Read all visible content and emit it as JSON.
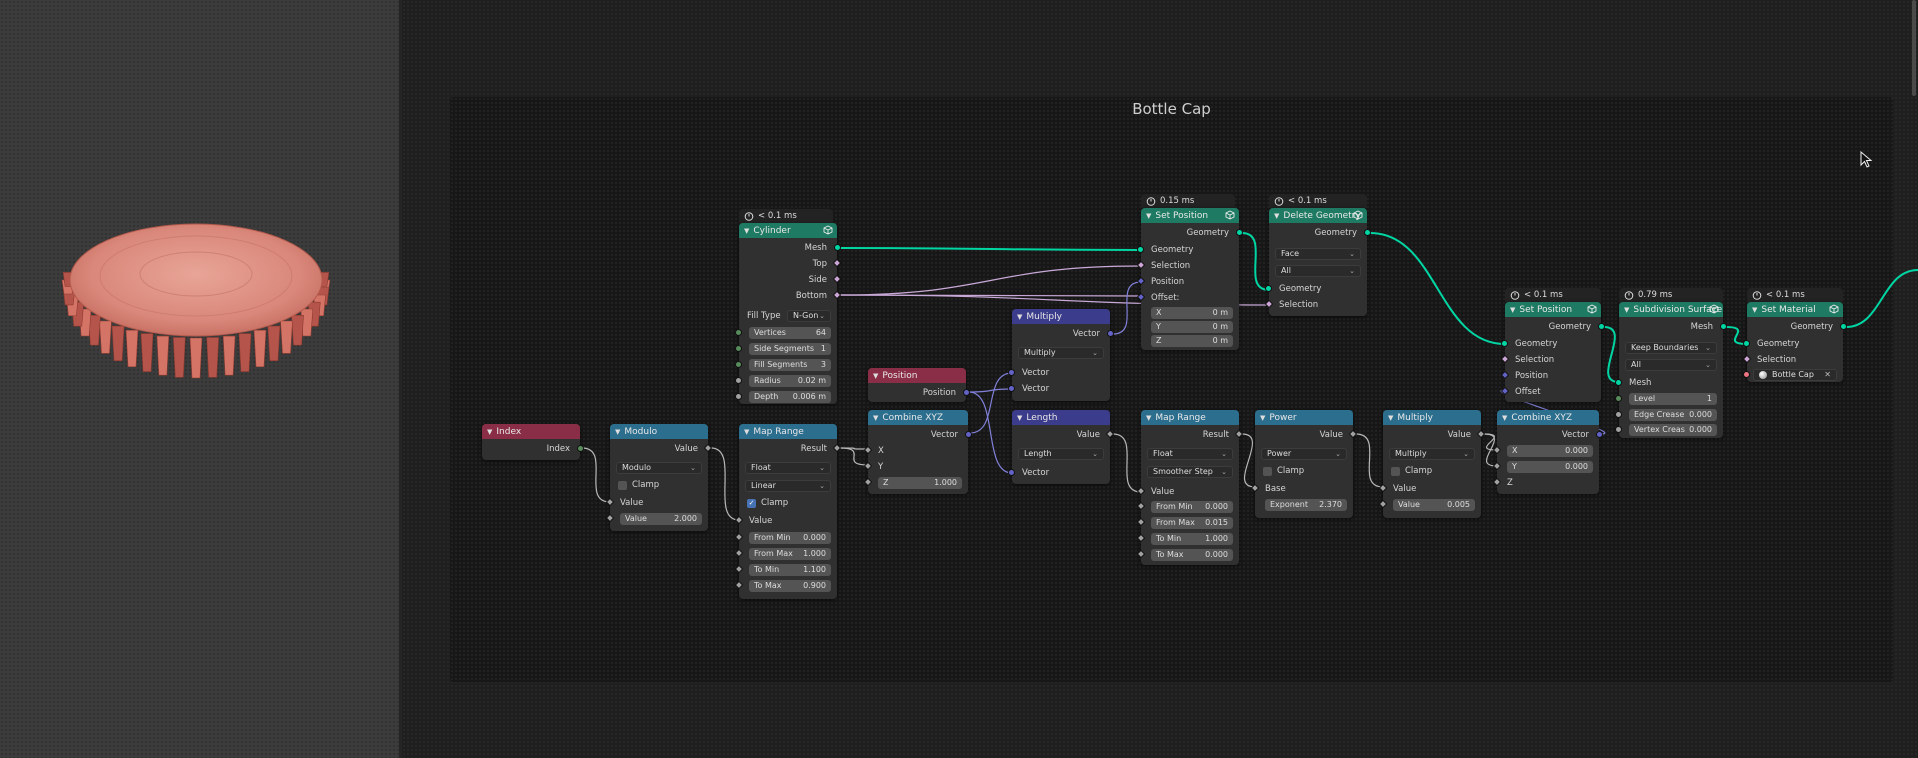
{
  "frame": {
    "title": "Bottle Cap"
  },
  "nodes": {
    "index": {
      "title": "Index",
      "out": "Index"
    },
    "modulo": {
      "title": "Modulo",
      "out": "Value",
      "mode": "Modulo",
      "clamp": "Clamp",
      "in_value": "Value",
      "field_label": "Value",
      "field_value": "2.000"
    },
    "cylinder": {
      "timing": "< 0.1 ms",
      "title": "Cylinder",
      "outs": [
        "Mesh",
        "Top",
        "Side",
        "Bottom"
      ],
      "fill_type_label": "Fill Type",
      "fill_type": "N-Gon",
      "fields": [
        {
          "label": "Vertices",
          "value": "64"
        },
        {
          "label": "Side Segments",
          "value": "1"
        },
        {
          "label": "Fill Segments",
          "value": "3"
        },
        {
          "label": "Radius",
          "value": "0.02 m"
        },
        {
          "label": "Depth",
          "value": "0.006 m"
        }
      ]
    },
    "map_range_1": {
      "title": "Map Range",
      "out": "Result",
      "data_type": "Float",
      "interp": "Linear",
      "clamp": "Clamp",
      "in_value": "Value",
      "fields": [
        {
          "label": "From Min",
          "value": "0.000"
        },
        {
          "label": "From Max",
          "value": "1.000"
        },
        {
          "label": "To Min",
          "value": "1.100"
        },
        {
          "label": "To Max",
          "value": "0.900"
        }
      ]
    },
    "combine_xyz_1": {
      "title": "Combine XYZ",
      "out": "Vector",
      "x": "X",
      "y": "Y",
      "z_label": "Z",
      "z_value": "1.000"
    },
    "position": {
      "title": "Position",
      "out": "Position"
    },
    "multiply_vec": {
      "title": "Multiply",
      "out": "Vector",
      "op": "Multiply",
      "in1": "Vector",
      "in2": "Vector"
    },
    "length": {
      "title": "Length",
      "out": "Value",
      "op": "Length",
      "in": "Vector"
    },
    "set_position_1": {
      "timing": "0.15 ms",
      "title": "Set Position",
      "out": "Geometry",
      "ins": [
        "Geometry",
        "Selection",
        "Position",
        "Offset:"
      ],
      "offset": [
        {
          "label": "X",
          "value": "0 m"
        },
        {
          "label": "Y",
          "value": "0 m"
        },
        {
          "label": "Z",
          "value": "0 m"
        }
      ]
    },
    "delete_geometry": {
      "timing": "< 0.1 ms",
      "title": "Delete Geometry",
      "out": "Geometry",
      "domain": "Face",
      "mode": "All",
      "ins": [
        "Geometry",
        "Selection"
      ]
    },
    "map_range_2": {
      "title": "Map Range",
      "out": "Result",
      "data_type": "Float",
      "interp": "Smoother Step",
      "in_value": "Value",
      "fields": [
        {
          "label": "From Min",
          "value": "0.000"
        },
        {
          "label": "From Max",
          "value": "0.015"
        },
        {
          "label": "To Min",
          "value": "1.000"
        },
        {
          "label": "To Max",
          "value": "0.000"
        }
      ]
    },
    "power": {
      "title": "Power",
      "out": "Value",
      "op": "Power",
      "clamp": "Clamp",
      "in": "Base",
      "field_label": "Exponent",
      "field_value": "2.370"
    },
    "multiply_flt": {
      "title": "Multiply",
      "out": "Value",
      "op": "Multiply",
      "clamp": "Clamp",
      "in": "Value",
      "field_label": "Value",
      "field_value": "0.005"
    },
    "combine_xyz_2": {
      "title": "Combine XYZ",
      "out": "Vector",
      "x_label": "X",
      "x_value": "0.000",
      "y_label": "Y",
      "y_value": "0.000",
      "z": "Z"
    },
    "set_position_2": {
      "timing": "< 0.1 ms",
      "title": "Set Position",
      "out": "Geometry",
      "ins": [
        "Geometry",
        "Selection",
        "Position",
        "Offset"
      ]
    },
    "subdivision": {
      "timing": "0.79 ms",
      "title": "Subdivision Surface",
      "out": "Mesh",
      "uv_smooth": "Keep Boundaries",
      "boundary": "All",
      "in": "Mesh",
      "fields": [
        {
          "label": "Level",
          "value": "1"
        },
        {
          "label": "Edge Crease",
          "value": "0.000"
        },
        {
          "label": "Vertex Creas",
          "value": "0.000"
        }
      ]
    },
    "set_material": {
      "timing": "< 0.1 ms",
      "title": "Set Material",
      "out": "Geometry",
      "ins": [
        "Geometry",
        "Selection"
      ],
      "material": "Bottle Cap"
    }
  },
  "colors": {
    "geometry_header": "#1e7a62",
    "input_header": "#8a2e47",
    "converter_header": "#2c6e8e",
    "vector_header": "#3c3c8c",
    "geometry_socket": "#00d6a3",
    "float_socket": "#a1a1a1",
    "vector_socket": "#6363c7",
    "object_color": "#d9705f"
  }
}
